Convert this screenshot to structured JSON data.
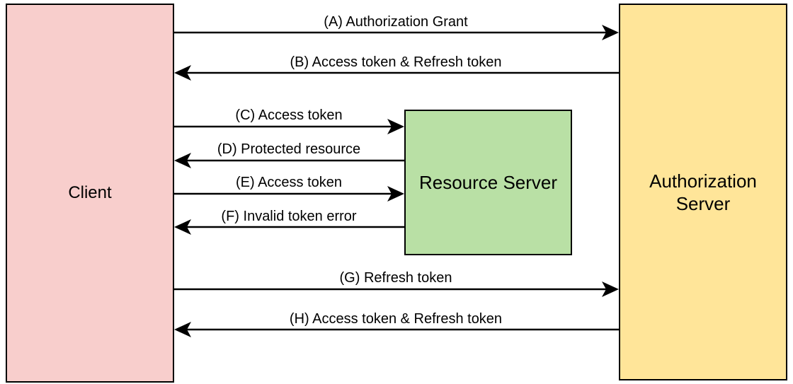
{
  "colors": {
    "client_fill": "#f8cecc",
    "resource_fill": "#b9e0a5",
    "auth_fill": "#ffe599",
    "stroke": "#000000"
  },
  "nodes": {
    "client": {
      "label": "Client"
    },
    "resource_server": {
      "label": "Resource Server"
    },
    "authorization_server": {
      "label_line1": "Authorization",
      "label_line2": "Server"
    }
  },
  "flows": [
    {
      "id": "A",
      "label": "(A) Authorization Grant",
      "from": "client",
      "to": "authorization_server"
    },
    {
      "id": "B",
      "label": "(B) Access token & Refresh token",
      "from": "authorization_server",
      "to": "client"
    },
    {
      "id": "C",
      "label": "(C) Access token",
      "from": "client",
      "to": "resource_server"
    },
    {
      "id": "D",
      "label": "(D) Protected resource",
      "from": "resource_server",
      "to": "client"
    },
    {
      "id": "E",
      "label": "(E) Access token",
      "from": "client",
      "to": "resource_server"
    },
    {
      "id": "F",
      "label": "(F) Invalid token error",
      "from": "resource_server",
      "to": "client"
    },
    {
      "id": "G",
      "label": "(G) Refresh token",
      "from": "client",
      "to": "authorization_server"
    },
    {
      "id": "H",
      "label": "(H) Access token & Refresh token",
      "from": "authorization_server",
      "to": "client"
    }
  ]
}
